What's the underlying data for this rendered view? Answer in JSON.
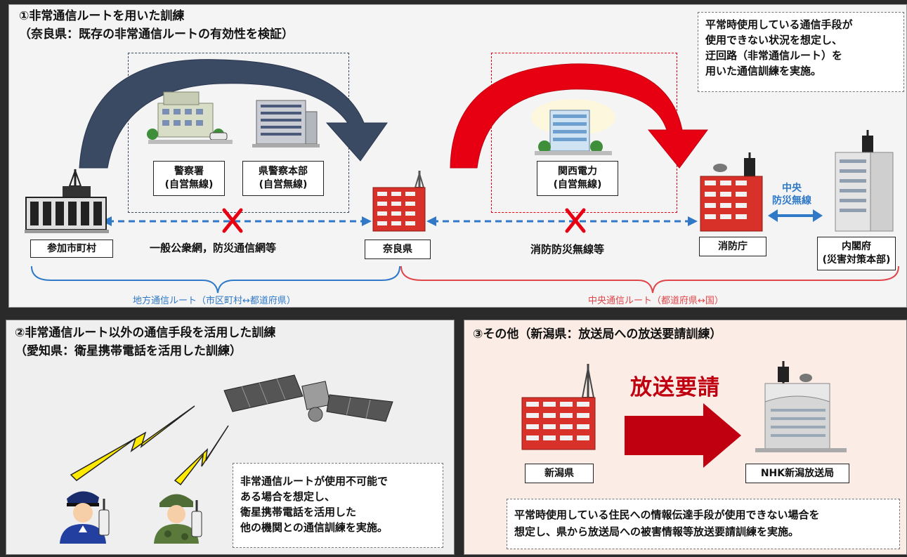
{
  "panel1": {
    "title": "①非常通信ルートを用いた訓練",
    "subtitle": "（奈良県：既存の非常通信ルートの有効性を検証）",
    "note_lines": [
      "平常時使用している通信手段が",
      "使用できない状況を想定し、",
      "迂回路（非常通信ルート）を",
      "用いた通信訓練を実施。"
    ],
    "police_label": [
      "警察署",
      "(自営無線)"
    ],
    "hq_label": [
      "県警察本部",
      "(自営無線)"
    ],
    "kansai_label": [
      "関西電力",
      "(自営無線)"
    ],
    "municipality": "参加市町村",
    "nara": "奈良県",
    "fdma": "消防庁",
    "cabinet": [
      "内閣府",
      "(災害対策本部)"
    ],
    "public_net": "一般公衆網，防災通信網等",
    "fire_radio": "消防防災無線等",
    "central_radio": [
      "中央",
      "防災無線"
    ],
    "local_route": "地方通信ルート（市区町村↔都道府県）",
    "central_route": "中央通信ルート（都道府県↔国）"
  },
  "panel2": {
    "title": "②非常通信ルート以外の通信手段を活用した訓練",
    "subtitle": "（愛知県：衛星携帯電話を活用した訓練）",
    "note_lines": [
      "非常通信ルートが使用不可能で",
      "ある場合を想定し、",
      "衛星携帯電話を活用した",
      "他の機関との通信訓練を実施。"
    ]
  },
  "panel3": {
    "title": "③その他（新潟県：放送局への放送要請訓練）",
    "request": "放送要請",
    "niigata": "新潟県",
    "nhk": "NHK新潟放送局",
    "note_lines": [
      "平常時使用している住民への情報伝達手段が使用できない場合を",
      "想定し、県から放送局への被害情報等放送要請訓練を実施。"
    ]
  },
  "colors": {
    "dark_arrow": "#3b4a63",
    "red_arrow": "#e60012",
    "blue_line": "#2f79c8",
    "red_line": "#e0454a",
    "broadcast_arrow": "#c00010"
  }
}
